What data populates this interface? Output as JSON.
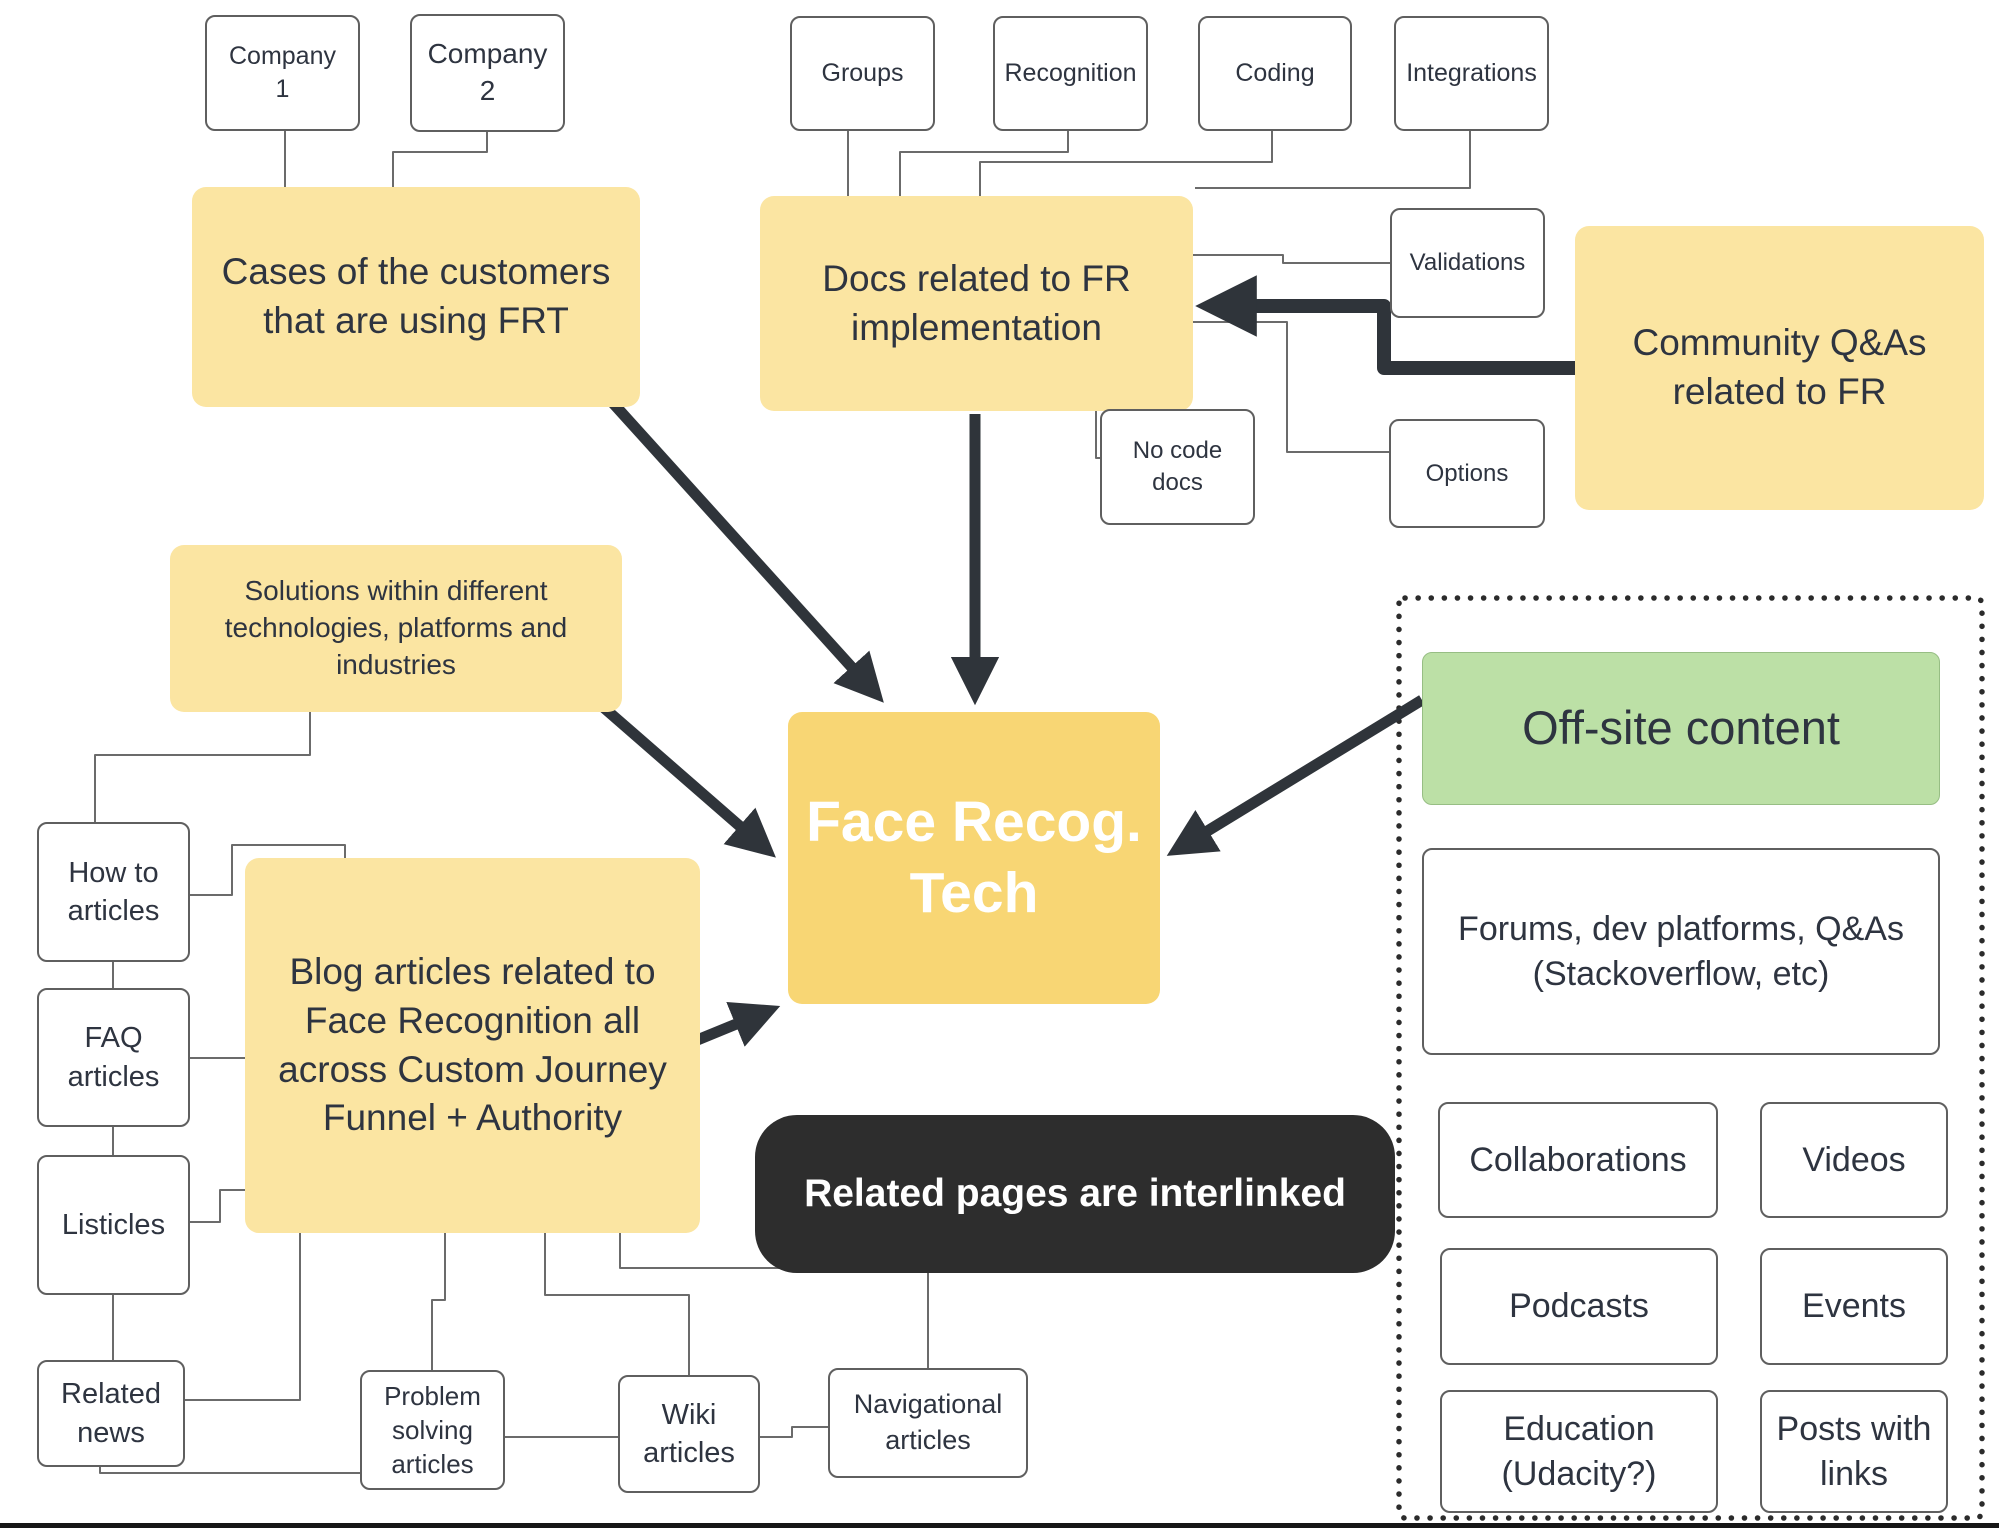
{
  "colors": {
    "yellow": "#FBE5A2",
    "yellowstrong": "#F8D674",
    "green": "#BCE0A6",
    "darkbox": "#2D2D2D",
    "arrow": "#2F343A",
    "line": "#6B6B6B",
    "border": "#5F5F5F",
    "text": "#2E3440",
    "textlight": "#FFFFFF"
  },
  "diagram": {
    "nodes": {
      "company1": {
        "label": "Company 1"
      },
      "company2": {
        "label": "Company 2"
      },
      "cases": {
        "label": "Cases of the customers that are using FRT"
      },
      "groups": {
        "label": "Groups"
      },
      "recognition": {
        "label": "Recognition"
      },
      "coding": {
        "label": "Coding"
      },
      "integrations": {
        "label": "Integrations"
      },
      "docs": {
        "label": "Docs related to FR implementation"
      },
      "validations": {
        "label": "Validations"
      },
      "no_code_docs": {
        "label": "No code docs"
      },
      "options": {
        "label": "Options"
      },
      "community": {
        "label": "Community Q&As related to FR"
      },
      "solutions": {
        "label": "Solutions within different technologies, platforms and industries"
      },
      "face": {
        "label": "Face Recog. Tech"
      },
      "how_to": {
        "label": "How to articles"
      },
      "faq": {
        "label": "FAQ articles"
      },
      "listicles": {
        "label": "Listicles"
      },
      "related_news": {
        "label": "Related news"
      },
      "blog": {
        "label": "Blog articles related to Face Recognition all across Custom Journey Funnel + Authority"
      },
      "interlinked": {
        "label": "Related pages are interlinked"
      },
      "problem_solving": {
        "label": "Problem solving articles"
      },
      "wiki": {
        "label": "Wiki articles"
      },
      "navigational": {
        "label": "Navigational articles"
      },
      "offsite": {
        "label": "Off-site content"
      },
      "forums": {
        "label": "Forums, dev platforms, Q&As (Stackoverflow, etc)"
      },
      "collaborations": {
        "label": "Collaborations"
      },
      "videos": {
        "label": "Videos"
      },
      "podcasts": {
        "label": "Podcasts"
      },
      "events": {
        "label": "Events"
      },
      "education": {
        "label": "Education (Udacity?)"
      },
      "posts_with_links": {
        "label": "Posts with links"
      }
    }
  }
}
